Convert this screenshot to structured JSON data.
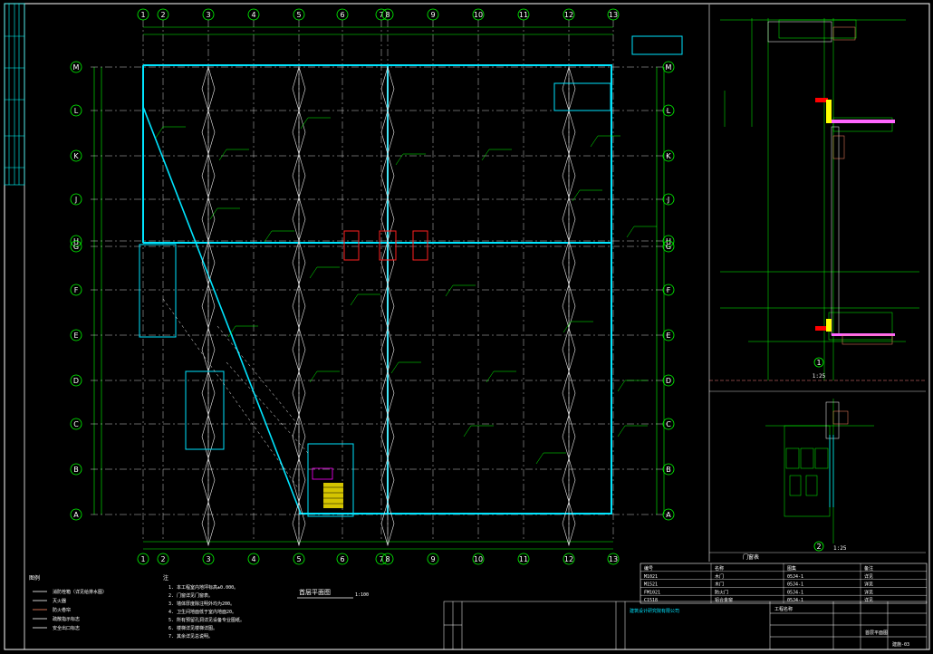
{
  "plan": {
    "col_labels": [
      "1",
      "2",
      "3",
      "4",
      "5",
      "6",
      "7",
      "8",
      "9",
      "10",
      "11",
      "12",
      "13"
    ],
    "row_labels": [
      "M",
      "L",
      "K",
      "J",
      "H",
      "G",
      "F",
      "E",
      "D",
      "C",
      "B",
      "A"
    ],
    "title": "首层平面图",
    "scale": "1:100"
  },
  "details": [
    {
      "id": "1",
      "scale": "1:25"
    },
    {
      "id": "2",
      "scale": "1:25"
    }
  ],
  "notes": {
    "legend_heading": "图例",
    "legend_items": [
      "消防栓箱（详见给排水图）",
      "灭火器",
      "防火卷帘",
      "疏散指示标志",
      "安全出口标志"
    ],
    "notes_heading": "注",
    "notes_items": [
      "1. 本工程室内地坪标高±0.000。",
      "2. 门窗详见门窗表。",
      "3. 墙体厚度除注明外均为200。",
      "4. 卫生间地面低于室内地面20。",
      "5. 所有预留孔洞详见设备专业图纸。",
      "6. 楼梯详见楼梯详图。",
      "7. 其余详见总说明。"
    ]
  },
  "schedule": {
    "title": "门窗表",
    "headers": [
      "编号",
      "名称",
      "图集",
      "备注"
    ],
    "rows": [
      [
        "M1021",
        "木门",
        "05J4-1",
        "详见"
      ],
      [
        "M1521",
        "木门",
        "05J4-1",
        "详见"
      ],
      [
        "FM1021",
        "防火门",
        "05J4-1",
        "详见"
      ],
      [
        "C1518",
        "铝合金窗",
        "05J4-1",
        "详见"
      ]
    ]
  },
  "title_block": {
    "company": "建筑设计研究院有限公司",
    "project": "工程名称",
    "drawing": "首层平面图",
    "number": "建施-03"
  }
}
